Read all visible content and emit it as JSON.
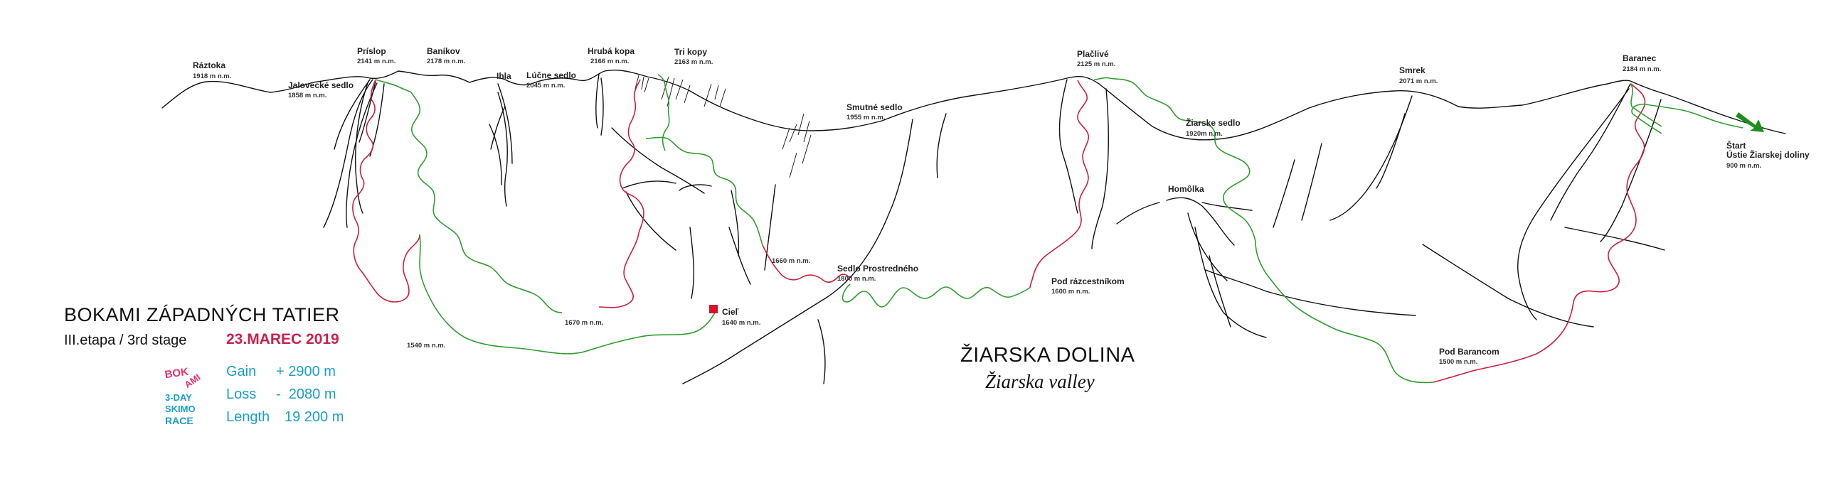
{
  "peaks": [
    {
      "id": "raztoka",
      "name": "Ráztoka",
      "elev": "1918 m n.m."
    },
    {
      "id": "jalovecke-sedlo",
      "name": "Jalovecké sedlo",
      "elev": "1858 m n.m."
    },
    {
      "id": "prislop",
      "name": "Príslop",
      "elev": "2141 m n.m."
    },
    {
      "id": "banikov",
      "name": "Baníkov",
      "elev": "2178 m n.m."
    },
    {
      "id": "ihla",
      "name": "Ihla",
      "elev": ""
    },
    {
      "id": "lucne-sedlo",
      "name": "Lúčne sedlo",
      "elev": "2045 m n.m."
    },
    {
      "id": "hruba-kopa",
      "name": "Hrubá kopa",
      "elev": "2166 m n.m."
    },
    {
      "id": "tri-kopy",
      "name": "Tri kopy",
      "elev": "2163 m n.m."
    },
    {
      "id": "smutne-sedlo",
      "name": "Smutné sedlo",
      "elev": "1955 m n.m."
    },
    {
      "id": "placlive",
      "name": "Plačlivé",
      "elev": "2125 m n.m."
    },
    {
      "id": "ziarske-sedlo",
      "name": "Žiarske sedlo",
      "elev": "1920m n.m."
    },
    {
      "id": "homolka",
      "name": "Homôlka",
      "elev": ""
    },
    {
      "id": "smrek",
      "name": "Smrek",
      "elev": "2071 m n.m."
    },
    {
      "id": "baranec",
      "name": "Baranec",
      "elev": "2184 m n.m."
    }
  ],
  "points": [
    {
      "id": "start",
      "name": "Štart",
      "name2": "Ústie Žiarskej doliny",
      "elev": "900 m n.m."
    },
    {
      "id": "pod-barancom",
      "name": "Pod Barancom",
      "elev": "1500 m n.m."
    },
    {
      "id": "pod-razcestnikom",
      "name": "Pod rázcestníkom",
      "elev": "1600 m n.m."
    },
    {
      "id": "sedlo-prostredneho",
      "name": "Sedlo Prostredného",
      "elev": "1800 m n.m."
    },
    {
      "id": "p1660",
      "name": "",
      "elev": "1660 m n.m."
    },
    {
      "id": "ciel",
      "name": "Cieľ",
      "elev": "1640 m n.m."
    },
    {
      "id": "p1670",
      "name": "",
      "elev": "1670 m n.m."
    },
    {
      "id": "p1540",
      "name": "",
      "elev": "1540 m n.m."
    }
  ],
  "title": "BOKAMI  ZÁPADNÝCH  TATIER",
  "stage": "III.etapa / 3rd stage",
  "date": "23.MAREC 2019",
  "stats": {
    "gain_label": "Gain",
    "gain_value": "+ 2900 m",
    "loss_label": "Loss",
    "loss_value": "-  2080 m",
    "length_label": "Length",
    "length_value": "19 200 m"
  },
  "valley": {
    "name": "ŽIARSKA DOLINA",
    "subtitle": "Žiarska valley"
  },
  "logos": {
    "bokami_line1": "BOK",
    "bokami_line2": "AMI",
    "skimo_line1": "3-DAY",
    "skimo_line2": "SKIMO",
    "skimo_line3": "RACE"
  },
  "colors": {
    "ridge": "#111111",
    "climb": "#2e9e2e",
    "descent": "#cc1f3c",
    "finish_marker": "#d8112b",
    "start_arrow": "#1d8f1d",
    "accent_blue": "#1a9ec9",
    "accent_red": "#c8214f"
  }
}
